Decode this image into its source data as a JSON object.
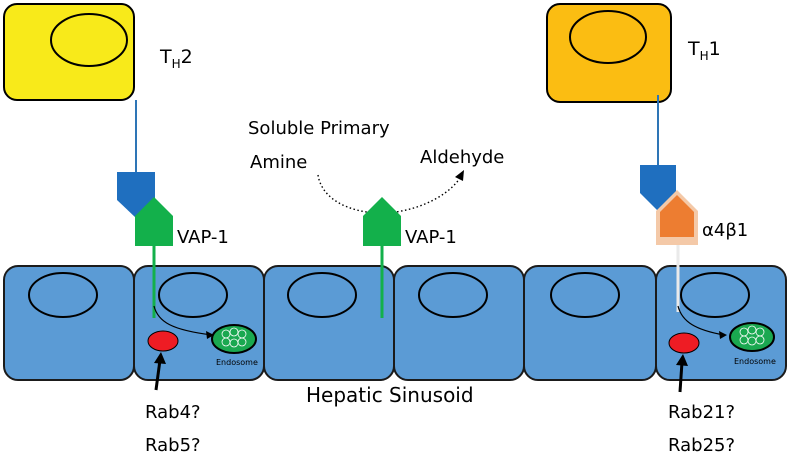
{
  "labels": {
    "th2_t": "T",
    "th2_sub": "H",
    "th2_num": "2",
    "th1_t": "T",
    "th1_sub": "H",
    "th1_num": "1",
    "soluble_primary": "Soluble Primary",
    "amine": "Amine",
    "aldehyde": "Aldehyde",
    "vap1_left": "VAP-1",
    "vap1_center": "VAP-1",
    "integrin": "α4β1",
    "endosome_left": "Endosome",
    "endosome_right": "Endosome",
    "hepatic_sinusoid": "Hepatic Sinusoid",
    "rab4": "Rab4?",
    "rab5": "Rab5?",
    "rab21": "Rab21?",
    "rab25": "Rab25?"
  },
  "colors": {
    "th2_cell": "#f8ea1a",
    "th1_cell": "#fbbd12",
    "endothelium": "#5b9bd5",
    "receptor_blue": "#1f6fbf",
    "vap1_green": "#13b04b",
    "integrin_orange": "#ed7d31",
    "integrin_tan": "#f4c9a8",
    "rab_red": "#ee1c24",
    "endosome_green": "#1aa850",
    "tether_blue": "#2e75b6"
  }
}
